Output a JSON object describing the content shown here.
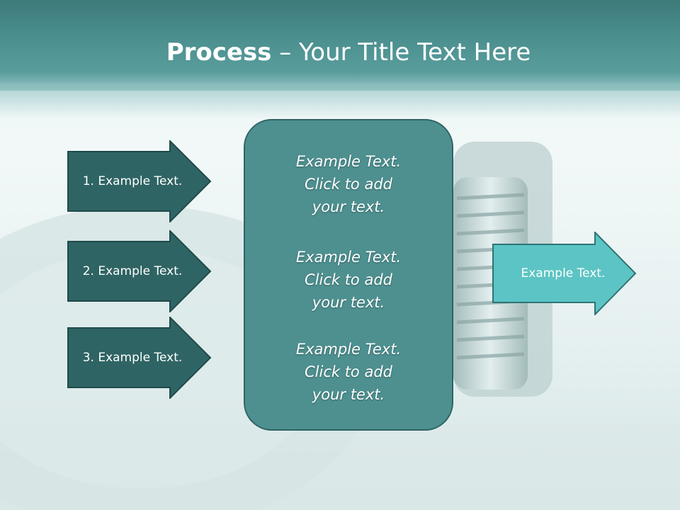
{
  "title": {
    "bold": "Process",
    "rest": " – Your Title Text Here"
  },
  "input_arrows": [
    {
      "label": "1. Example Text."
    },
    {
      "label": "2. Example Text."
    },
    {
      "label": "3. Example Text."
    }
  ],
  "center_block": {
    "paragraphs": [
      {
        "line1": "Example Text.",
        "line2": "Click  to add",
        "line3": "your text."
      },
      {
        "line1": "Example Text.",
        "line2": "Click  to add",
        "line3": "your text."
      },
      {
        "line1": "Example Text.",
        "line2": "Click  to add",
        "line3": "your text."
      }
    ]
  },
  "output_arrow": {
    "label": "Example Text."
  },
  "colors": {
    "header": "#4a8e8e",
    "input_arrow_fill": "#2f6464",
    "center_fill": "#4e9090",
    "output_arrow_fill": "#5cc4c4"
  }
}
